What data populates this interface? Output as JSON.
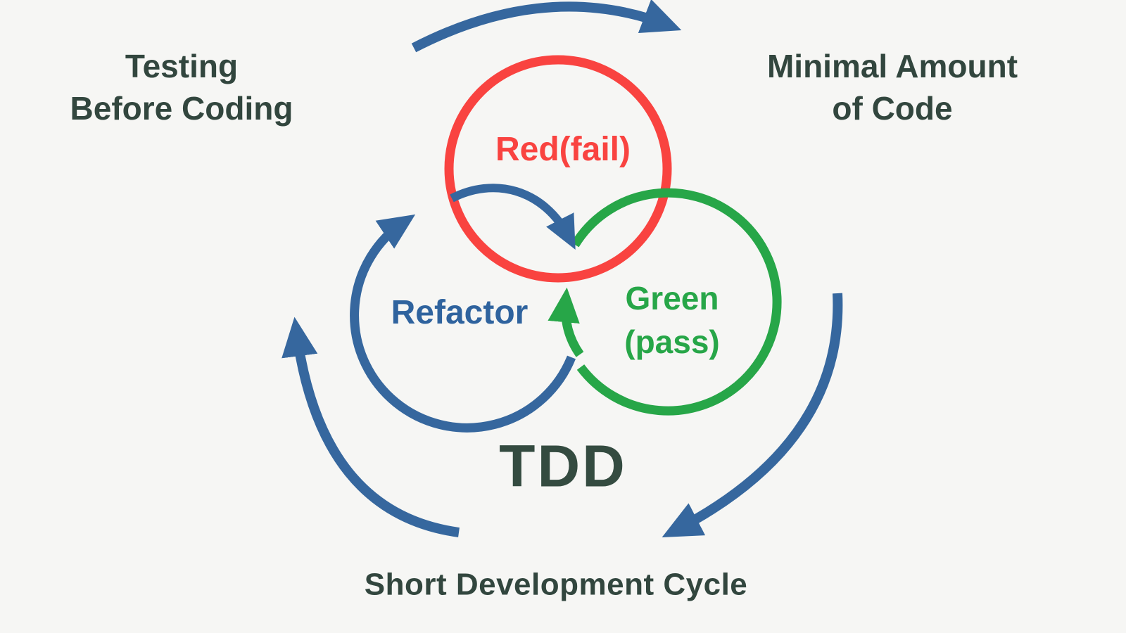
{
  "title": "TDD cycle diagram",
  "colors": {
    "background": "#f6f6f4",
    "red": "#f94340",
    "green": "#27a648",
    "blue": "#36679e",
    "dark_text": "#32463e"
  },
  "labels": {
    "top_left": {
      "line1": "Testing",
      "line2": "Before Coding"
    },
    "top_right": {
      "line1": "Minimal Amount",
      "line2": "of Code"
    },
    "center_title": "TDD",
    "bottom": "Short Development Cycle"
  },
  "circles": {
    "red": {
      "label": "Red(fail)"
    },
    "green": {
      "label_line1": "Green",
      "label_line2": "(pass)"
    },
    "blue": {
      "label": "Refactor"
    }
  },
  "icons": [
    "cycle-arrow-top",
    "cycle-arrow-right",
    "cycle-arrow-left",
    "red-to-green-arrow",
    "green-pass-arrow",
    "refactor-circle-arrow"
  ]
}
